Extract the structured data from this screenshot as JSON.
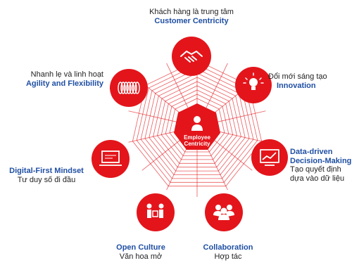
{
  "colors": {
    "accent": "#e3151b",
    "title": "#1f4fa3",
    "text": "#222222",
    "web": "#e3151b"
  },
  "center": {
    "line1": "Employee",
    "line2": "Centricity",
    "icon": "person-icon"
  },
  "values": [
    {
      "id": "customer",
      "vn": "Khách hàng là trung tâm",
      "en": "Customer Centricity",
      "icon": "handshake-icon"
    },
    {
      "id": "innovation",
      "vn": "Đổi mới sáng tạo",
      "en": "Innovation",
      "icon": "lightbulb-icon"
    },
    {
      "id": "data",
      "en1": "Data-driven",
      "en2": "Decision-Making",
      "vn1": "Tạo quyết định",
      "vn2": "dựa vào dữ liệu",
      "icon": "chart-monitor-icon"
    },
    {
      "id": "collab",
      "en": "Collaboration",
      "vn": "Hợp tác",
      "icon": "team-icon"
    },
    {
      "id": "culture",
      "en": "Open Culture",
      "vn": "Văn hoa mở",
      "icon": "presenter-icon"
    },
    {
      "id": "digital",
      "en": "Digital-First Mindset",
      "vn": "Tư duy số đi đầu",
      "icon": "laptop-icon"
    },
    {
      "id": "agility",
      "vn": "Nhanh lẹ và linh hoạt",
      "en": "Agility and Flexibility",
      "icon": "spring-icon"
    }
  ]
}
